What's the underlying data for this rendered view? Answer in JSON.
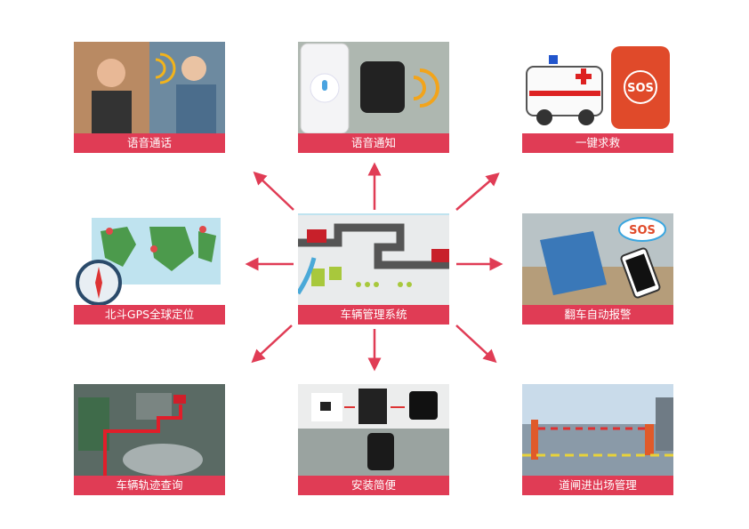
{
  "center": {
    "label": "车辆管理系统"
  },
  "features": [
    {
      "id": "voice-call",
      "label": "语音通话"
    },
    {
      "id": "voice-notify",
      "label": "语音通知"
    },
    {
      "id": "sos",
      "label": "一键求救"
    },
    {
      "id": "gps",
      "label": "北斗GPS全球定位"
    },
    {
      "id": "rollover",
      "label": "翻车自动报警"
    },
    {
      "id": "track",
      "label": "车辆轨迹查询"
    },
    {
      "id": "install",
      "label": "安装简便"
    },
    {
      "id": "gate",
      "label": "道闸进出场管理"
    }
  ],
  "colors": {
    "accent": "#e03c55",
    "arrow": "#e03c55"
  },
  "icons": {
    "sos_badge": "SOS"
  }
}
